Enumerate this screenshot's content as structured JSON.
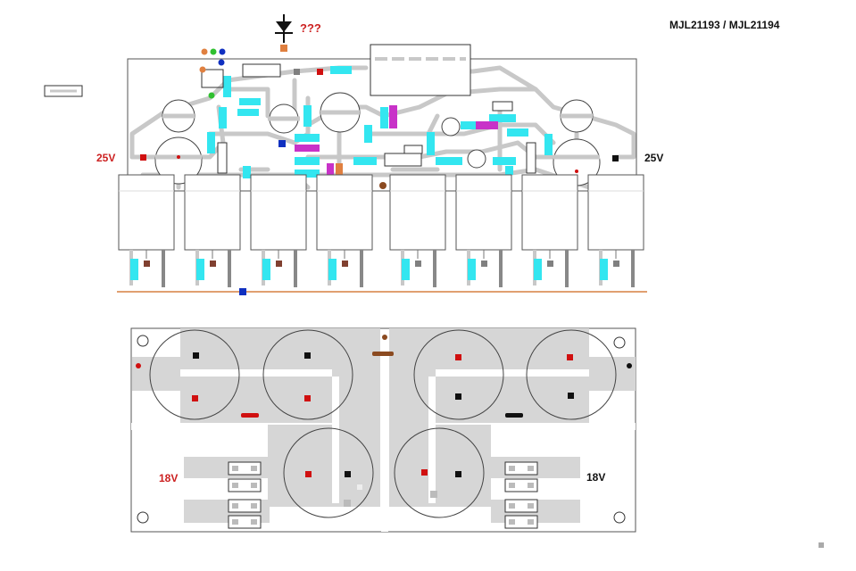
{
  "labels": {
    "unknown_part": "???",
    "transistor_models": "MJL21193 / MJL21194",
    "voltage_left_amp": "25V",
    "voltage_right_amp": "25V",
    "voltage_left_psu": "18V",
    "voltage_right_psu": "18V"
  },
  "colors": {
    "trace": "#c8c8c8",
    "copper_fill": "#d6d6d6",
    "resistor": "#33e6f0",
    "capacitor_film": "#c832c8",
    "pad_red": "#d01010",
    "pad_black": "#101010",
    "bus_line": "#e0a070",
    "label_red": "#cc2020",
    "label_black": "#111111",
    "brown": "#8b4a20"
  },
  "icons": {
    "diode": "diode-icon",
    "capacitor": "capacitor-circle-icon",
    "transistor": "transistor-package-icon",
    "mounting_hole": "mounting-hole-icon",
    "rectifier_bridge": "bridge-rectifier-icon"
  },
  "counts": {
    "output_transistors": 8,
    "filter_capacitors": 6
  }
}
